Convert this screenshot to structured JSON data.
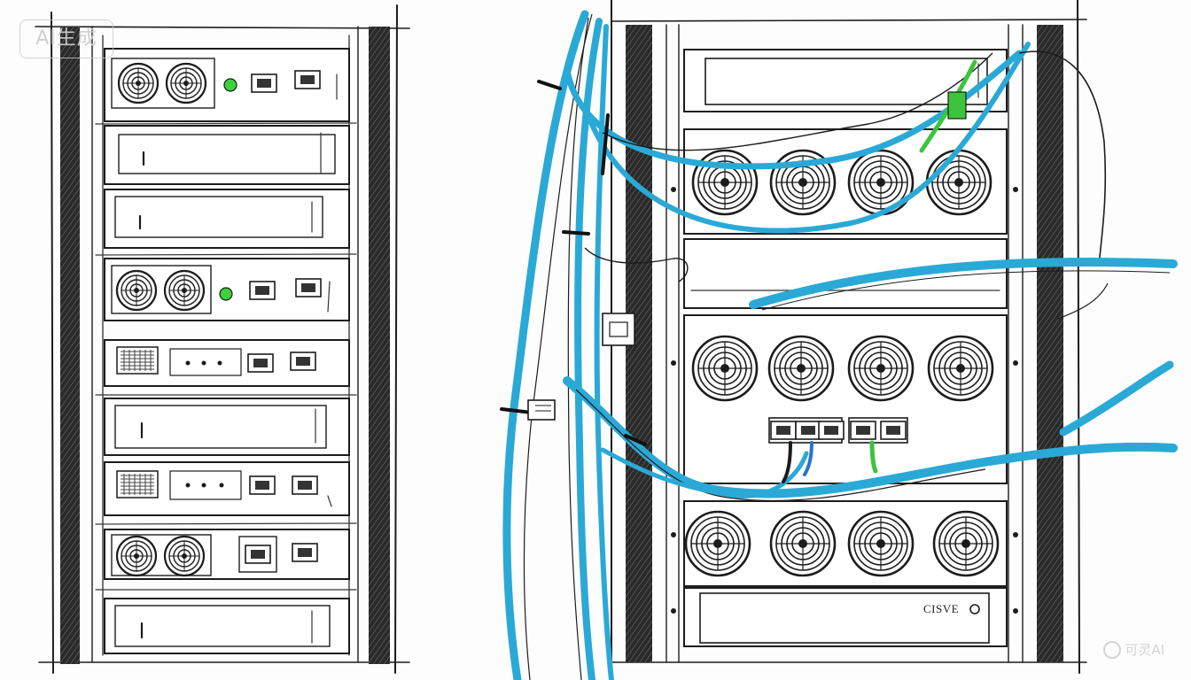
{
  "watermarks": {
    "top_left": "AI生成",
    "bottom_right": "可灵AI"
  },
  "device_label": "CISVE",
  "colors": {
    "cable_blue": "#2aa9d6",
    "cable_green": "#3cc43c",
    "status_led": "#3ed13e",
    "ink": "#1c1c1c"
  }
}
